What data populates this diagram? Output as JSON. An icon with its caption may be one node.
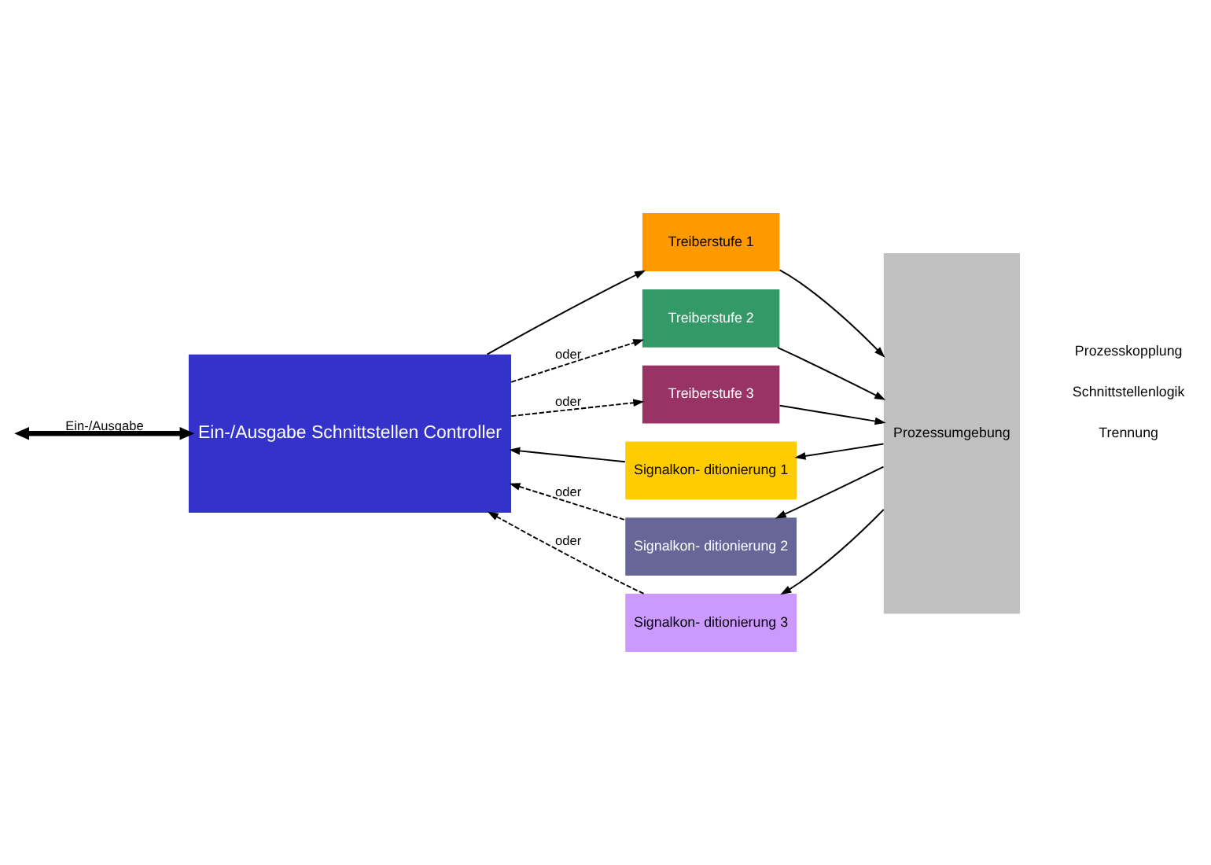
{
  "diagram": {
    "nodes": [
      {
        "text": [
          "Ein-/Ausgabe Schnittstellen Controller"
        ]
      },
      {
        "text": [
          "Treiberstufe 1"
        ]
      },
      {
        "text": [
          "Treiberstufe 2"
        ]
      },
      {
        "text": [
          "Treiberstufe 3"
        ]
      },
      {
        "text": [
          "Signalkon- ditionierung 1"
        ]
      },
      {
        "text": [
          "Signalkon- ditionierung 2"
        ]
      },
      {
        "text": [
          "Signalkon- ditionierung 3"
        ]
      },
      {
        "text": [
          "Prozessumgebung"
        ]
      }
    ],
    "edges": [
      {
        "from": null,
        "to": 0,
        "arrow": "both",
        "label": "Ein-/Ausgabe",
        "style": "thick"
      },
      {
        "from": 0,
        "to": 1,
        "arrow": "to"
      },
      {
        "from": 0,
        "to": 2,
        "arrow": "to",
        "label": "oder",
        "style": "dashed"
      },
      {
        "from": 0,
        "to": 3,
        "arrow": "to",
        "label": "oder",
        "style": "dashed"
      },
      {
        "from": 1,
        "to": 7,
        "arrow": "to"
      },
      {
        "from": 2,
        "to": 7,
        "arrow": "to"
      },
      {
        "from": 3,
        "to": 7,
        "arrow": "to"
      },
      {
        "from": 7,
        "to": 4,
        "arrow": "to"
      },
      {
        "from": 7,
        "to": 5,
        "arrow": "to"
      },
      {
        "from": 7,
        "to": 6,
        "arrow": "to"
      },
      {
        "from": 4,
        "to": 0,
        "arrow": "to"
      },
      {
        "from": 5,
        "to": 0,
        "arrow": "to",
        "label": "oder",
        "style": "dashed"
      },
      {
        "from": 6,
        "to": 0,
        "arrow": "to",
        "label": "oder",
        "style": "dashed"
      }
    ],
    "labels": [
      "Trennung",
      "Schnittstellenlogik",
      "Prozesskopplung"
    ]
  }
}
